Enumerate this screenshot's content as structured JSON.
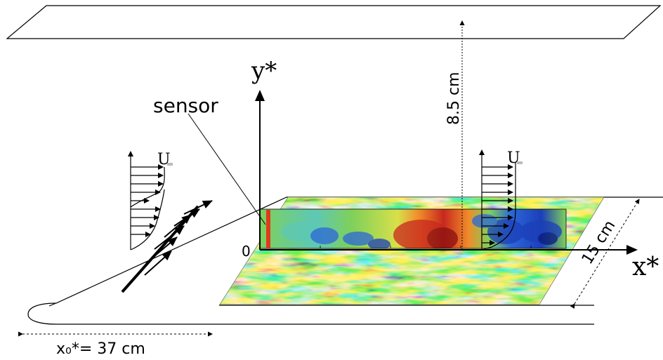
{
  "labels": {
    "y_axis": "y*",
    "x_axis": "x*",
    "sensor": "sensor",
    "origin": "0",
    "height": "8.5 cm",
    "width": "15 cm",
    "offset": "x₀*= 37 cm",
    "u_inf_left": "U",
    "u_inf_right": "U"
  },
  "colors": {
    "sensor_bar": "#e03a1e",
    "high": "#c8281e",
    "mid": "#7fd05a",
    "low": "#1b3fb8"
  }
}
